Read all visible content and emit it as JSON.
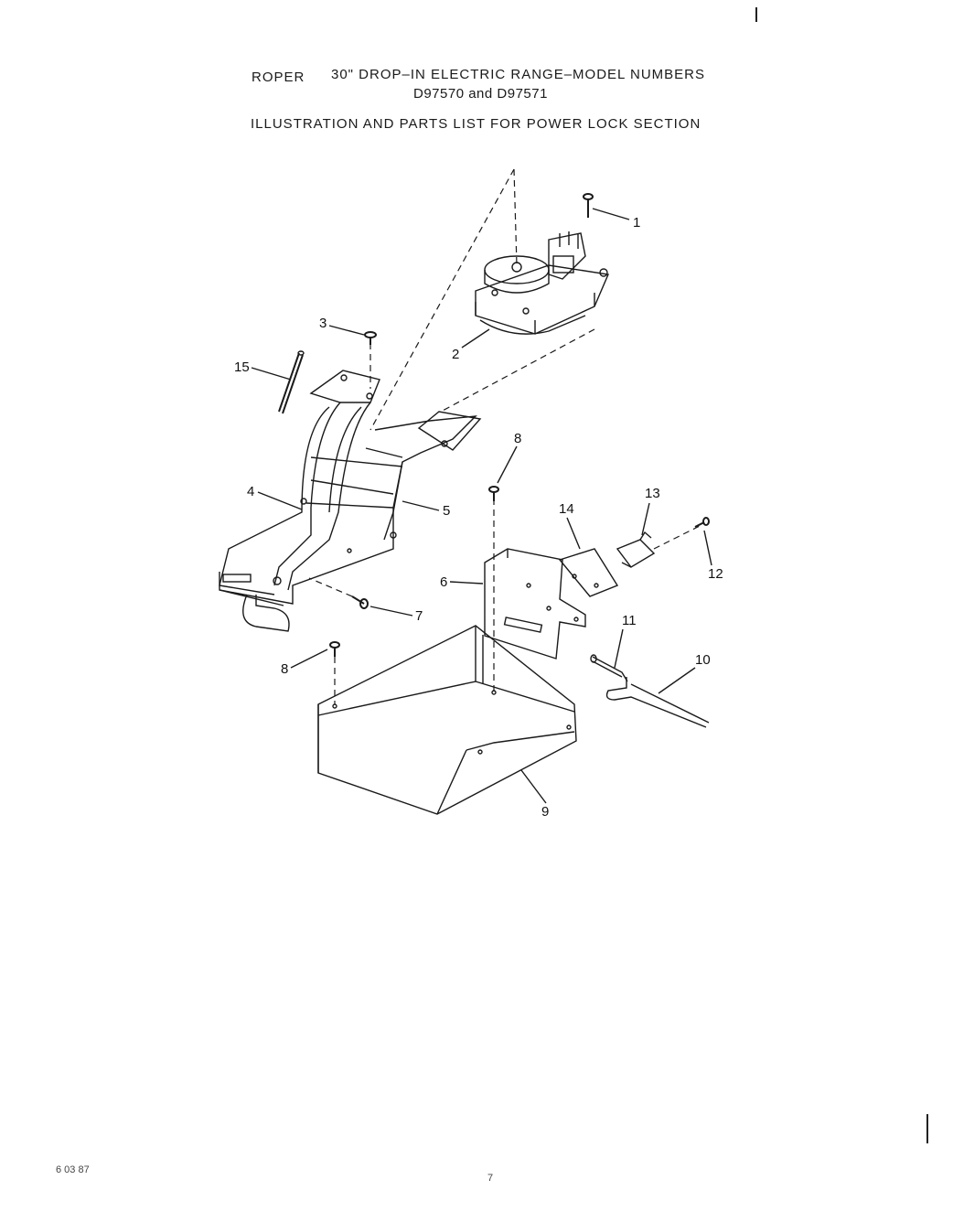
{
  "header": {
    "brand": "ROPER",
    "title": "30\" DROP–IN ELECTRIC RANGE–MODEL NUMBERS",
    "models": "D97570 and D97571",
    "subtitle": "ILLUSTRATION AND PARTS LIST FOR POWER LOCK SECTION"
  },
  "callouts": [
    "1",
    "2",
    "3",
    "4",
    "5",
    "6",
    "7",
    "8",
    "8",
    "9",
    "10",
    "11",
    "12",
    "13",
    "14",
    "15"
  ],
  "footer": {
    "date": "6 03 87",
    "page": "7"
  }
}
